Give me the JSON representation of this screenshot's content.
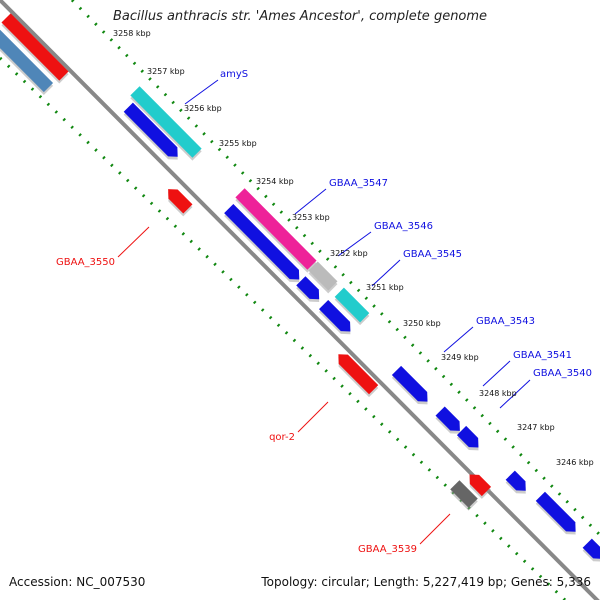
{
  "title": "Bacillus anthracis str. 'Ames Ancestor', complete genome",
  "footer": {
    "accession": "Accession: NC_007530",
    "topology": "Topology: circular; Length: 5,227,419 bp; Genes: 5,336"
  },
  "colors": {
    "forward_cds": "#1010e0",
    "reverse_cds": "#ee1111",
    "cyan": "#22cccc",
    "magenta": "#ee2299",
    "steelblue": "#4f86b8",
    "grey": "#bbbbbb",
    "darkgrey": "#666666",
    "backbone": "#888888",
    "ticks": "#118811"
  },
  "kbp_labels": [
    "3258 kbp",
    "3257 kbp",
    "3256 kbp",
    "3255 kbp",
    "3254 kbp",
    "3253 kbp",
    "3252 kbp",
    "3251 kbp",
    "3250 kbp",
    "3249 kbp",
    "3248 kbp",
    "3247 kbp",
    "3246 kbp"
  ],
  "gene_labels": [
    {
      "text": "amyS",
      "color": "#1010e0"
    },
    {
      "text": "GBAA_3547",
      "color": "#1010e0"
    },
    {
      "text": "GBAA_3546",
      "color": "#1010e0"
    },
    {
      "text": "GBAA_3545",
      "color": "#1010e0"
    },
    {
      "text": "GBAA_3543",
      "color": "#1010e0"
    },
    {
      "text": "GBAA_3541",
      "color": "#1010e0"
    },
    {
      "text": "GBAA_3540",
      "color": "#1010e0"
    },
    {
      "text": "GBAA_3550",
      "color": "#ee1111"
    },
    {
      "text": "qor-2",
      "color": "#ee1111"
    },
    {
      "text": "GBAA_3539",
      "color": "#ee1111"
    }
  ]
}
